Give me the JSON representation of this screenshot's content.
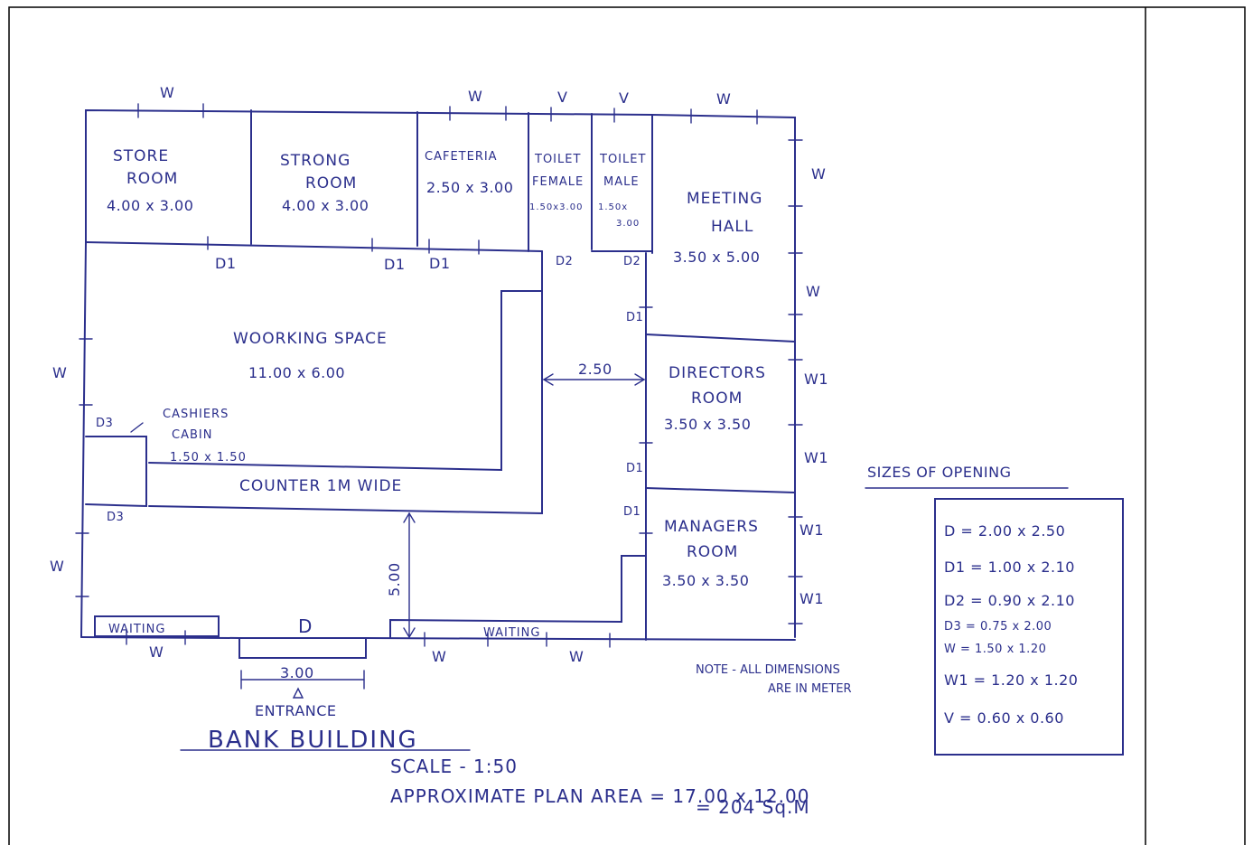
{
  "rooms": {
    "store": {
      "line1": "STORE",
      "line2": "ROOM",
      "size": "4.00 x 3.00"
    },
    "strong": {
      "line1": "STRONG",
      "line2": "ROOM",
      "size": "4.00 x 3.00"
    },
    "cafeteria": {
      "line1": "CAFETERIA",
      "size": "2.50 x 3.00"
    },
    "toilet_female": {
      "line1": "TOILET",
      "line2": "FEMALE",
      "size": "1.50x3.00"
    },
    "toilet_male": {
      "line1": "TOILET",
      "line2": "MALE",
      "size1": "1.50x",
      "size2": "3.00"
    },
    "meeting": {
      "line1": "MEETING",
      "line2": "HALL",
      "size": "3.50 x 5.00"
    },
    "working": {
      "line1": "WOORKING SPACE",
      "size": "11.00 x 6.00"
    },
    "cashiers": {
      "line1": "CASHIERS",
      "line2": "CABIN",
      "size": "1.50 x 1.50"
    },
    "counter": "COUNTER 1M WIDE",
    "directors": {
      "line1": "DIRECTORS",
      "line2": "ROOM",
      "size": "3.50 x 3.50"
    },
    "managers": {
      "line1": "MANAGERS",
      "line2": "ROOM",
      "size": "3.50 x 3.50"
    },
    "waiting_left": "WAITING",
    "waiting_right": "WAITING"
  },
  "labels": {
    "w": "W",
    "v": "V",
    "w1": "W1",
    "d": "D",
    "d1": "D1",
    "d2": "D2",
    "d3": "D3",
    "dim_250": "2.50",
    "dim_500": "5.00",
    "dim_300": "3.00",
    "entrance": "ENTRANCE"
  },
  "note": {
    "line1": "NOTE - ALL DIMENSIONS",
    "line2": "ARE IN METER"
  },
  "title": "BANK BUILDING",
  "scale": "SCALE - 1:50",
  "area_line1": "APPROXIMATE PLAN AREA = 17.00 x 12.00",
  "area_line2": "= 204 Sq.M",
  "openings": {
    "heading": "SIZES OF OPENING",
    "rows": [
      "D = 2.00 x 2.50",
      "D1 = 1.00 x 2.10",
      "D2 = 0.90 x 2.10",
      "D3 = 0.75 x 2.00",
      "W = 1.50 x 1.20",
      "W1 = 1.20 x 1.20",
      "V = 0.60 x 0.60"
    ]
  },
  "colors": {
    "ink": "#2b2f8c",
    "border": "#000000"
  }
}
